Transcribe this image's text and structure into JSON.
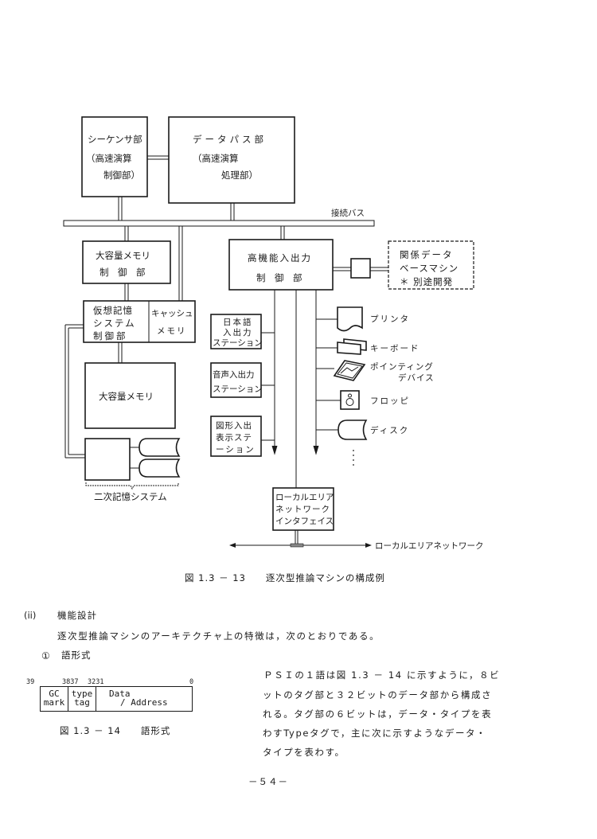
{
  "figure_13": {
    "sequencer": {
      "line1": "シーケンサ部",
      "line2": "（高速演算",
      "line3": "制御部）"
    },
    "datapath": {
      "line1": "データパス部",
      "line2": "（高速演算",
      "line3": "処理部）"
    },
    "bus_label": "接続バス",
    "mem_ctrl": {
      "line1": "大容量メモリ",
      "line2": "制　御　部"
    },
    "vm_ctrl": {
      "line1": "仮想記憶",
      "line2": "システム",
      "line3": "制御部"
    },
    "cache": {
      "line1": "キャッシュ",
      "line2": "メモリ"
    },
    "main_memory": "大容量メモリ",
    "secondary_storage": "二次記憶システム",
    "io_ctrl": {
      "line1": "高機能入出力",
      "line2": "制　御　部"
    },
    "rdb_machine": {
      "line1": "関係データ",
      "line2": "ベースマシン",
      "line3": "＊ 別途開発"
    },
    "stations": [
      {
        "line1": "日本語",
        "line2": "入出力",
        "line3": "ステーション"
      },
      {
        "line1": "音声入出力",
        "line2": "ステーション"
      },
      {
        "line1": "図形入出",
        "line2": "表示ステ",
        "line3": "ーション"
      }
    ],
    "peripherals": [
      {
        "label": "プリンタ",
        "icon": "printer-icon"
      },
      {
        "label": "キーボード",
        "icon": "keyboard-icon"
      },
      {
        "label": "ポインティング",
        "label2": "デバイス",
        "icon": "pointing-device-icon"
      },
      {
        "label": "フロッピ",
        "icon": "floppy-icon"
      },
      {
        "label": "ディスク",
        "icon": "disk-icon"
      }
    ],
    "ellipsis": "⋮",
    "lan_interface": {
      "line1": "ローカルエリア",
      "line2": "ネットワーク",
      "line3": "インタフェイス"
    },
    "lan_label": "ローカルエリアネットワーク",
    "caption": "図 1.3 － 13　　逐次型推論マシンの構成例"
  },
  "section": {
    "heading_marker": "(ii)",
    "heading": "機能設計",
    "intro": "逐次型推論マシンのアーキテクチャ上の特徴は，次のとおりである。",
    "item_marker": "①",
    "item_title": "語形式"
  },
  "figure_14": {
    "bit_labels": [
      "39",
      "3837",
      "3231",
      "0"
    ],
    "fields": [
      {
        "line1": "GC",
        "line2": "mark"
      },
      {
        "line1": "type",
        "line2": "tag"
      },
      {
        "line1": "Data",
        "line2": "/ Address"
      }
    ],
    "caption": "図 1.3 － 14　　語形式"
  },
  "paragraph": [
    "　ＰＳＩの１語は図 1.3 － 14 に示すように，８ビ",
    "ットのタグ部と３２ビットのデータ部から構成さ",
    "れる。タグ部の６ビットは，データ・タイプを表",
    "わすTypeタグで，主に次に示すようなデータ・",
    "タイプを表わす。"
  ],
  "page_number": "－５４－"
}
